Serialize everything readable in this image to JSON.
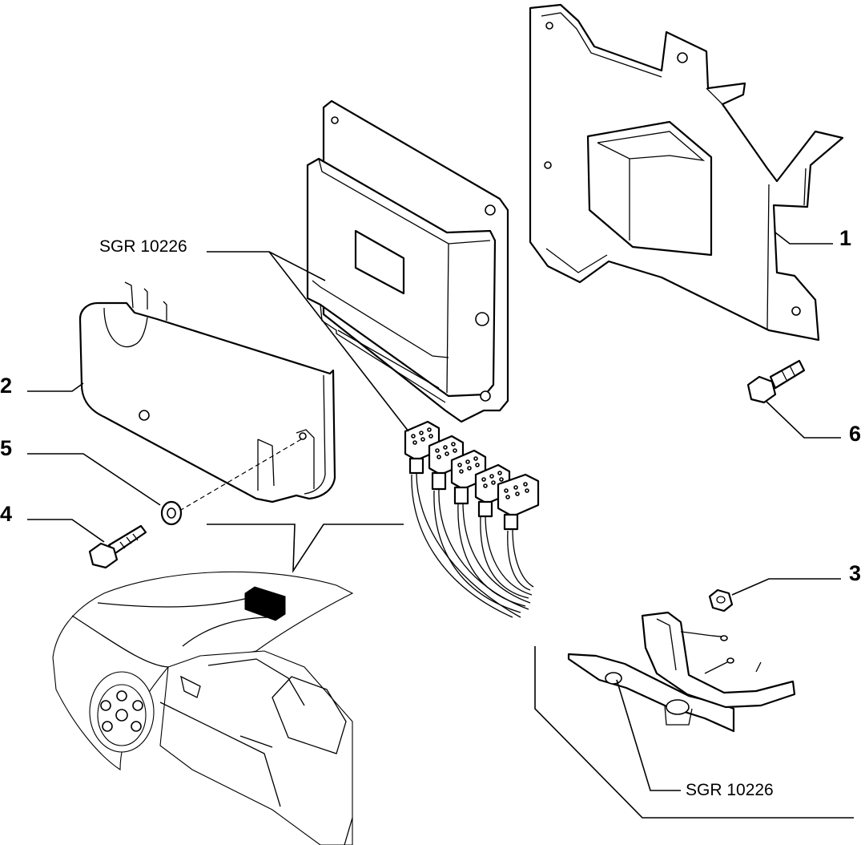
{
  "callouts": {
    "c1": "1",
    "c2": "2",
    "c3": "3",
    "c4": "4",
    "c5": "5",
    "c6": "6"
  },
  "references": {
    "ref_top": "SGR 10226",
    "ref_bottom": "SGR 10226"
  },
  "colors": {
    "line": "#000000",
    "background": "#ffffff",
    "ecu_marker": "#000000"
  }
}
